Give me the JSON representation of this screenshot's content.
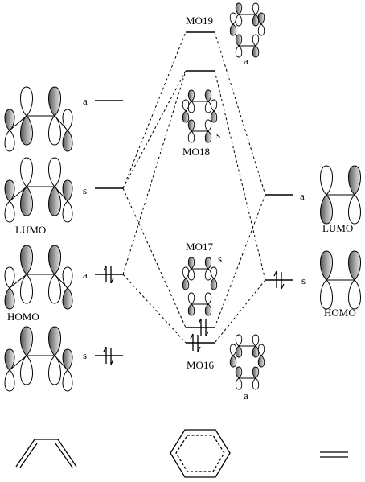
{
  "left": {
    "levels": [
      {
        "symmetry": "a",
        "name": ""
      },
      {
        "symmetry": "s",
        "name": "LUMO"
      },
      {
        "symmetry": "a",
        "name": "HOMO"
      },
      {
        "symmetry": "s",
        "name": ""
      }
    ]
  },
  "right": {
    "levels": [
      {
        "symmetry": "a",
        "name": "LUMO"
      },
      {
        "symmetry": "s",
        "name": "HOMO"
      }
    ]
  },
  "center": {
    "mo19": {
      "label": "MO19",
      "symmetry": "a"
    },
    "mo18": {
      "label": "MO18",
      "symmetry": "s"
    },
    "mo17": {
      "label": "MO17",
      "symmetry": "s"
    },
    "mo16": {
      "label": "MO16",
      "symmetry": "a"
    }
  },
  "bottom": {
    "structures": [
      "butadiene",
      "benzene-transition-state",
      "ethylene"
    ]
  }
}
